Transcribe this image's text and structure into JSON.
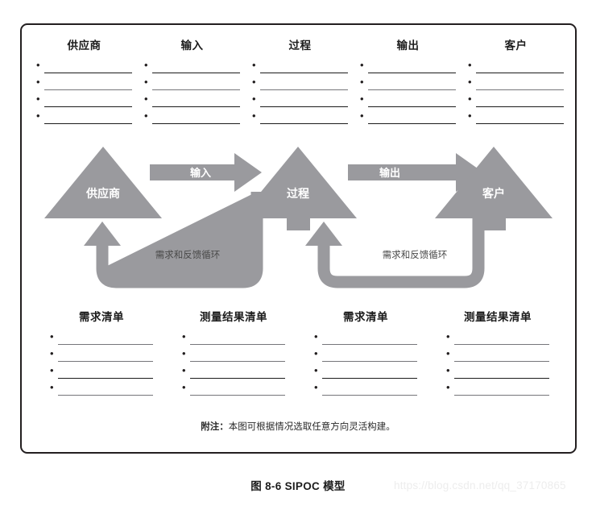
{
  "figure": {
    "caption": "图 8-6 SIPOC 模型",
    "footnote_label": "附注：",
    "footnote_text": "本图可根据情况选取任意方向灵活构建。",
    "watermark": "https://blog.csdn.net/qq_37170865",
    "border_color": "#231f20",
    "shape_color": "#9a9a9e",
    "background": "#ffffff"
  },
  "top_columns": [
    {
      "title": "供应商",
      "items": [
        "",
        "",
        "",
        ""
      ]
    },
    {
      "title": "输入",
      "items": [
        "",
        "",
        "",
        ""
      ]
    },
    {
      "title": "过程",
      "items": [
        "",
        "",
        "",
        ""
      ]
    },
    {
      "title": "输出",
      "items": [
        "",
        "",
        "",
        ""
      ]
    },
    {
      "title": "客户",
      "items": [
        "",
        "",
        "",
        ""
      ]
    }
  ],
  "bottom_columns": [
    {
      "title": "需求清单",
      "items": [
        "",
        "",
        "",
        ""
      ]
    },
    {
      "title": "测量结果清单",
      "items": [
        "",
        "",
        "",
        ""
      ]
    },
    {
      "title": "需求清单",
      "items": [
        "",
        "",
        "",
        ""
      ]
    },
    {
      "title": "测量结果清单",
      "items": [
        "",
        "",
        "",
        ""
      ]
    }
  ],
  "diagram": {
    "nodes": [
      {
        "id": "supplier",
        "label": "供应商"
      },
      {
        "id": "process",
        "label": "过程"
      },
      {
        "id": "customer",
        "label": "客户"
      }
    ],
    "flows": [
      {
        "id": "input-flow",
        "label": "输入",
        "from": "supplier",
        "to": "process"
      },
      {
        "id": "output-flow",
        "label": "输出",
        "from": "process",
        "to": "customer"
      }
    ],
    "loops": [
      {
        "id": "loop-left",
        "label": "需求和反馈循环",
        "from": "process",
        "to": "supplier"
      },
      {
        "id": "loop-right",
        "label": "需求和反馈循环",
        "from": "customer",
        "to": "process"
      }
    ]
  },
  "bullet_glyph": "•"
}
